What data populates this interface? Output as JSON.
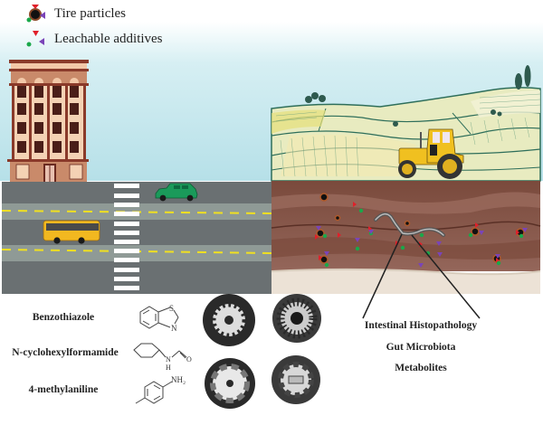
{
  "legend": {
    "items": [
      {
        "label": "Tire particles",
        "icon": "tire-particle-icon"
      },
      {
        "label": "Leachable additives",
        "icon": "additive-icon"
      }
    ]
  },
  "chemicals": [
    {
      "name": "Benzothiazole",
      "atoms": [
        "S",
        "N"
      ]
    },
    {
      "name": "N-cyclohexylformamide",
      "atoms": [
        "N",
        "H",
        "O"
      ]
    },
    {
      "name": "4-methylaniline",
      "atoms": [
        "NH₂"
      ]
    }
  ],
  "effects": [
    "Intestinal Histopathology",
    "Gut Microbiota",
    "Metabolites"
  ],
  "colors": {
    "sky": "#b9e2ea",
    "road": "#6a7072",
    "soil": "#8c5a4c",
    "particle_red": "#e0202a",
    "particle_green": "#1aa84a",
    "particle_purple": "#7a44b8",
    "tractor": "#f0c020",
    "building": "#c98a6a",
    "field_line": "#2e6e5a"
  }
}
